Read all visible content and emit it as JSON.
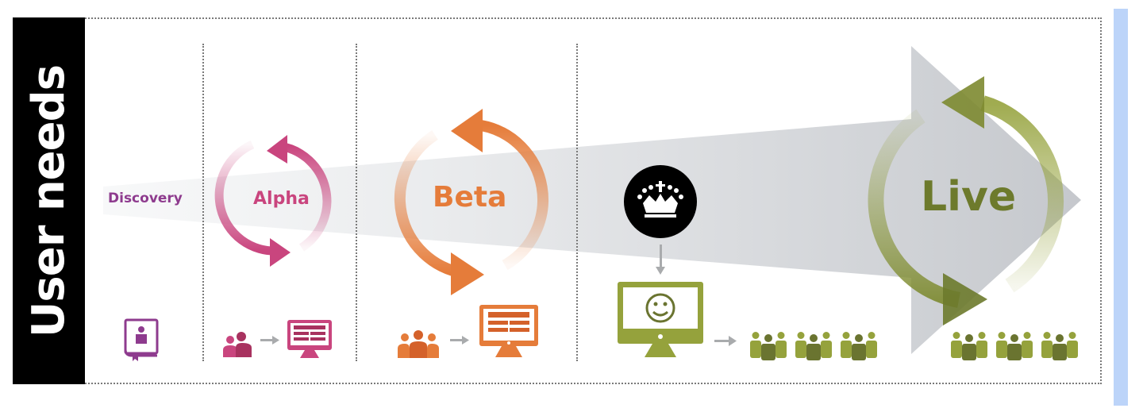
{
  "side_title": "User needs",
  "phases": [
    {
      "name": "Discovery",
      "color": "#8e3b8e"
    },
    {
      "name": "Alpha",
      "color": "#c9457e"
    },
    {
      "name": "Beta",
      "color": "#e57c3a"
    },
    {
      "name": "Live",
      "color": "#6d7a2c"
    }
  ],
  "colors": {
    "discovery": "#8e3b8e",
    "alpha": "#c9457e",
    "alpha_dark": "#a8325f",
    "beta": "#e57c3a",
    "beta_dark": "#d4612a",
    "live": "#95a23c",
    "live_dark": "#6a7430",
    "arrow_grey": "#c9ccd0",
    "blue_bar": "#bcd4f9"
  },
  "icons": {
    "discovery": "user-manual-icon",
    "alpha": [
      "two-users-icon",
      "arrow-right-icon",
      "monitor-layout-icon"
    ],
    "beta": [
      "three-users-icon",
      "arrow-right-icon",
      "monitor-layout-icon"
    ],
    "live": [
      "crown-logo-icon",
      "arrow-down-icon",
      "monitor-smiley-icon",
      "arrow-right-icon",
      "user-group-icon"
    ]
  }
}
